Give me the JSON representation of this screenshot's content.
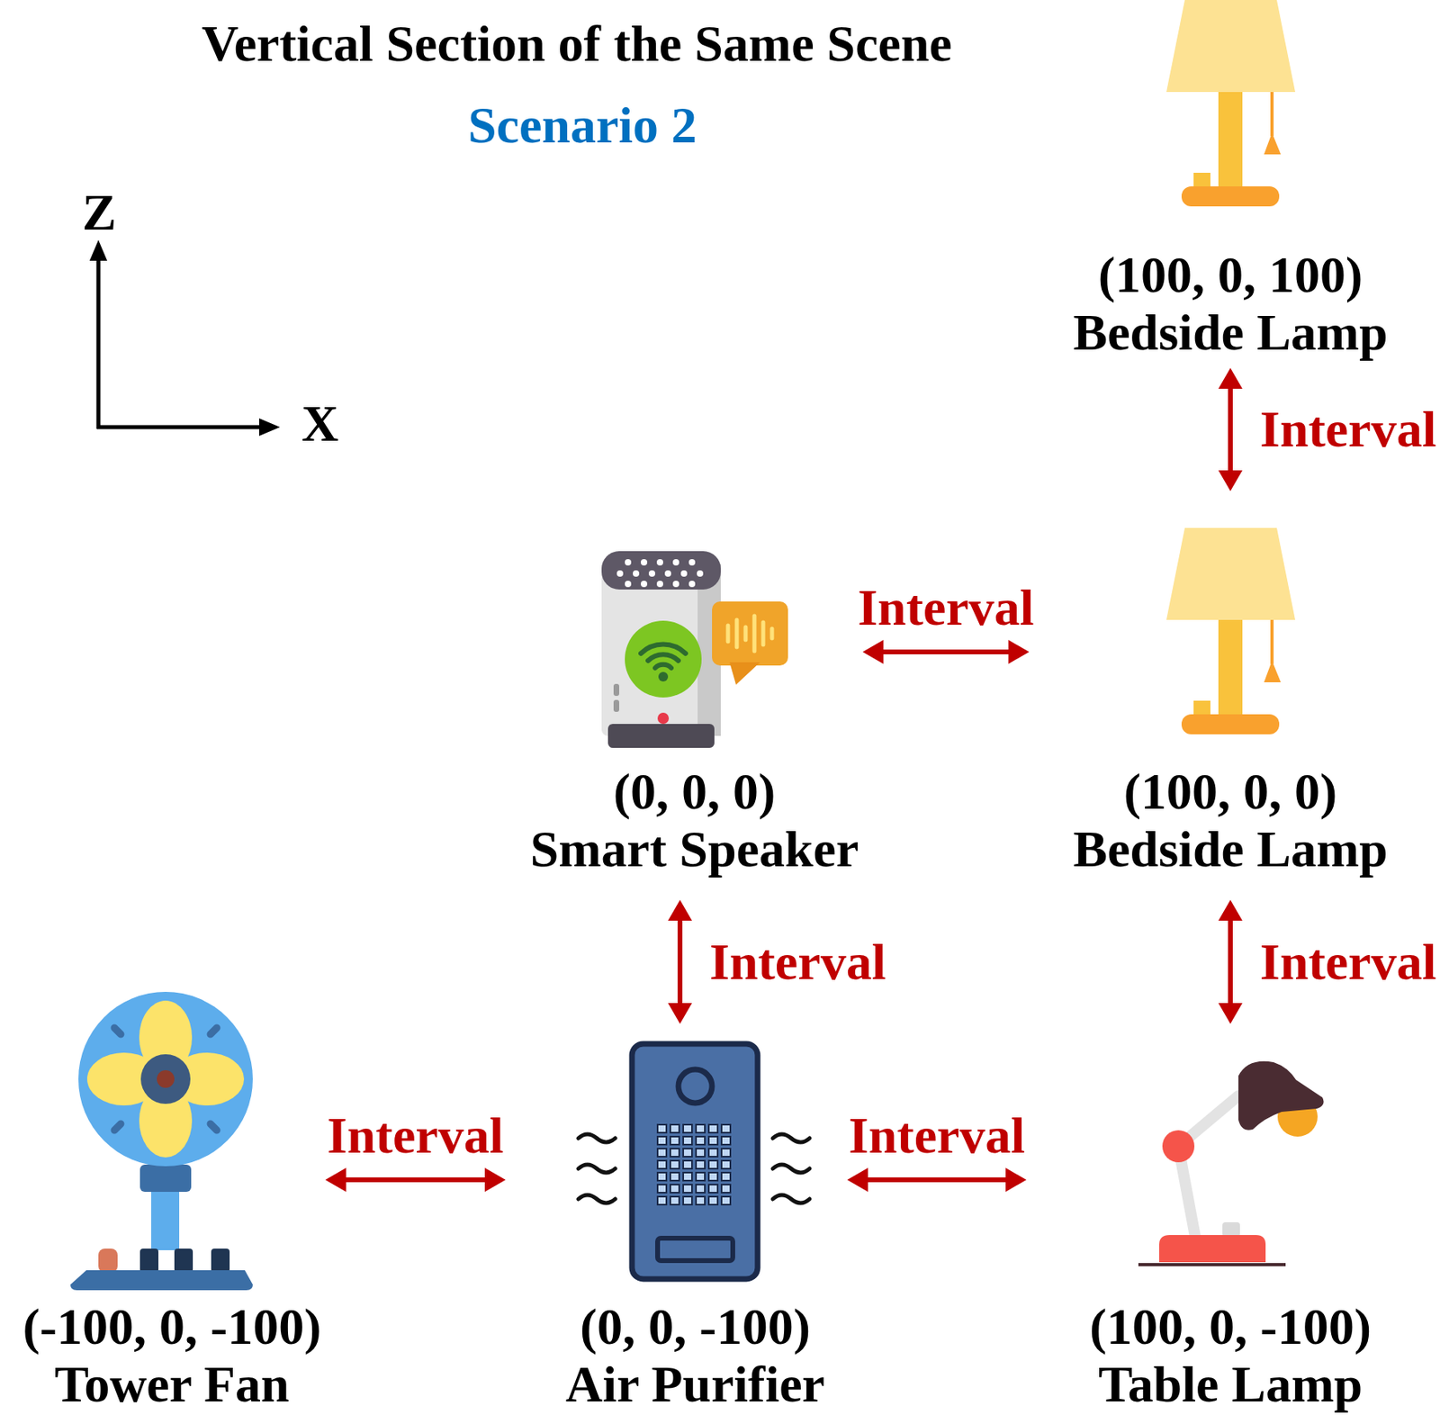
{
  "diagram": {
    "title": "Vertical Section of the Same Scene",
    "nodes": [
      {
        "text": [
          "(100, 0, 100)",
          "Bedside Lamp"
        ]
      },
      {
        "text": [
          "(0, 0, 0)",
          "Smart Speaker"
        ]
      },
      {
        "text": [
          "(100, 0, 0)",
          "Bedside Lamp"
        ]
      },
      {
        "text": [
          "(-100, 0, -100)",
          "Tower Fan"
        ]
      },
      {
        "text": [
          "(0, 0, -100)",
          "Air Purifier"
        ]
      },
      {
        "text": [
          "(100, 0, -100)",
          "Table Lamp"
        ]
      }
    ],
    "edges": [
      {
        "from": 0,
        "to": 2,
        "label": "Interval",
        "arrow": "both"
      },
      {
        "from": 1,
        "to": 2,
        "label": "Interval",
        "arrow": "both"
      },
      {
        "from": 1,
        "to": 4,
        "label": "Interval",
        "arrow": "both"
      },
      {
        "from": 2,
        "to": 5,
        "label": "Interval",
        "arrow": "both"
      },
      {
        "from": 3,
        "to": 4,
        "label": "Interval",
        "arrow": "both"
      },
      {
        "from": 4,
        "to": 5,
        "label": "Interval",
        "arrow": "both"
      }
    ],
    "labels": [
      "Scenario 2",
      "Z",
      "X"
    ]
  }
}
